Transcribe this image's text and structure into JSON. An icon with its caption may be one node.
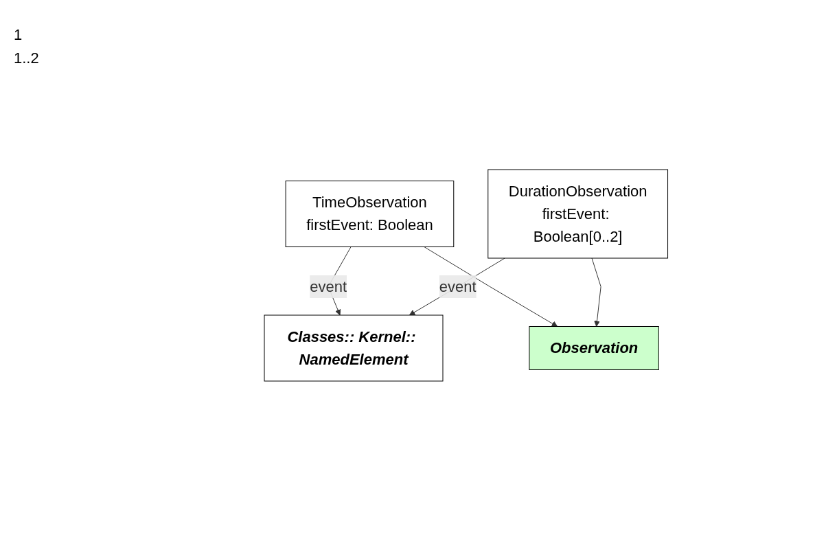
{
  "diagram": {
    "nodes": [
      {
        "text": [
          "TimeObservation",
          "firstEvent: Boolean"
        ]
      },
      {
        "text": [
          "Classes:: Kernel:: NamedElement"
        ]
      },
      {
        "text": [
          "Observation"
        ]
      },
      {
        "text": [
          "DurationObservation",
          "firstEvent: Boolean[0..2]"
        ]
      }
    ],
    "edges": [
      {
        "from": 0,
        "to": 1,
        "arrow": "to",
        "label": "event"
      },
      {
        "from": 0,
        "to": 2,
        "arrow": "to"
      },
      {
        "from": 3,
        "to": 1,
        "arrow": "to",
        "label": "event"
      },
      {
        "from": 3,
        "to": 2,
        "arrow": "to"
      }
    ],
    "labels": [
      "1",
      "1..2"
    ]
  }
}
